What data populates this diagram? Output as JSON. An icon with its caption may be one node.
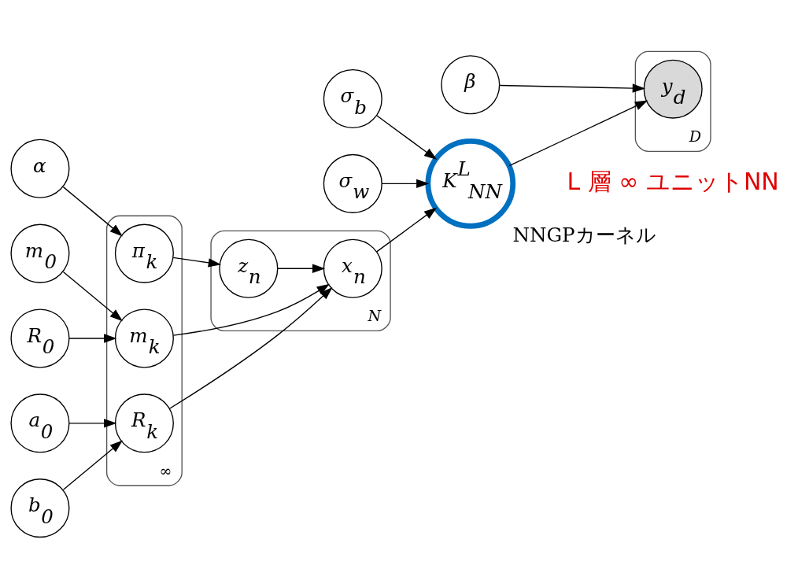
{
  "diagram": {
    "nodes": [
      {
        "text": [
          "∞"
        ]
      },
      {
        "text": [
          "N"
        ]
      },
      {
        "text": [
          "D"
        ]
      },
      {
        "text": [
          "α"
        ]
      },
      {
        "text": [
          "m$_{0}$"
        ]
      },
      {
        "text": [
          "R$_{0}$"
        ]
      },
      {
        "text": [
          "a$_{0}$"
        ]
      },
      {
        "text": [
          "b$_{0}$"
        ]
      },
      {
        "text": [
          "π$_{k}$"
        ],
        "in": 0
      },
      {
        "text": [
          "m$_{k}$"
        ],
        "in": 0
      },
      {
        "text": [
          "R$_{k}$"
        ],
        "in": 0
      },
      {
        "text": [
          "z$_{n}$"
        ],
        "in": 1
      },
      {
        "text": [
          "x$_{n}$"
        ],
        "in": 1
      },
      {
        "text": [
          "σ$_{b}$"
        ]
      },
      {
        "text": [
          "σ$_{w}$"
        ]
      },
      {
        "text": [
          "K$^{L}$$_{NN}$"
        ],
        "beside": [
          "NNGPカーネル"
        ]
      },
      {
        "text": [
          "β"
        ]
      },
      {
        "text": [
          "y$_{d}$"
        ],
        "in": 2
      }
    ],
    "edges": [
      {
        "from": 3,
        "to": 8,
        "arrow": "to"
      },
      {
        "from": 8,
        "to": 11,
        "arrow": "to"
      },
      {
        "from": 4,
        "to": 9,
        "arrow": "to"
      },
      {
        "from": 5,
        "to": 9,
        "arrow": "to"
      },
      {
        "from": 6,
        "to": 10,
        "arrow": "to"
      },
      {
        "from": 7,
        "to": 10,
        "arrow": "to"
      },
      {
        "from": 11,
        "to": 12,
        "arrow": "to"
      },
      {
        "from": 9,
        "to": 12,
        "arrow": "to"
      },
      {
        "from": 10,
        "to": 12,
        "arrow": "to"
      },
      {
        "from": 12,
        "to": 15,
        "arrow": "to"
      },
      {
        "from": 13,
        "to": 15,
        "arrow": "to"
      },
      {
        "from": 14,
        "to": 15,
        "arrow": "to"
      },
      {
        "from": 15,
        "to": 17,
        "arrow": "to"
      },
      {
        "from": 16,
        "to": 17,
        "arrow": "to"
      }
    ],
    "labels": [
      "L 層 ∞ ユニットNN"
    ]
  }
}
